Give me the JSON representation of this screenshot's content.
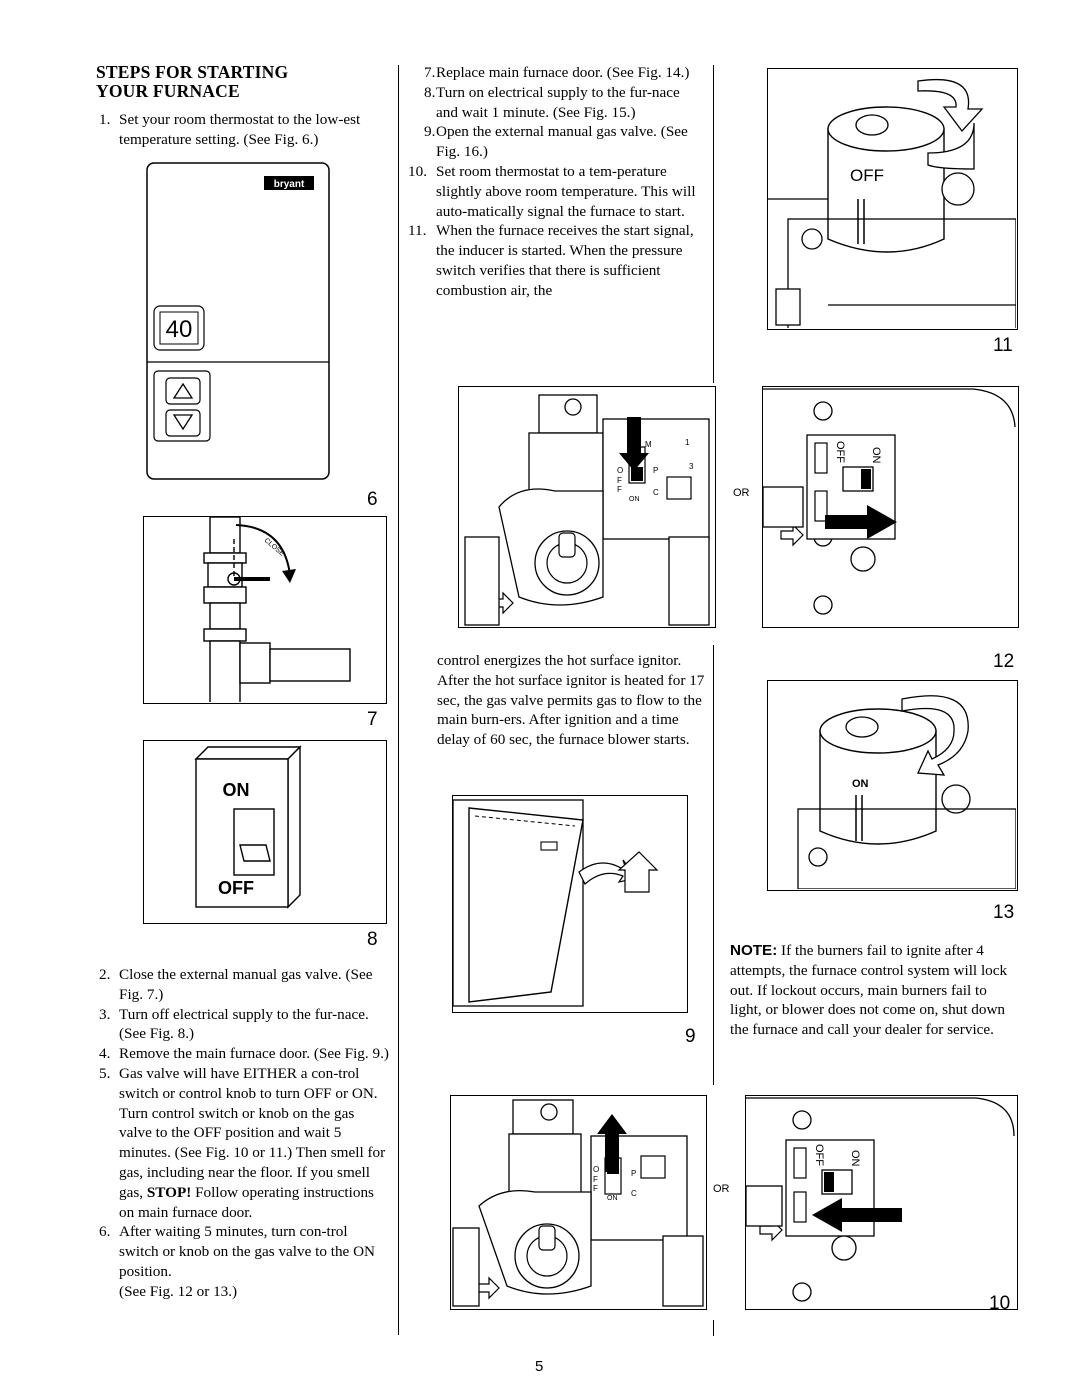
{
  "heading": {
    "line1": "STEPS FOR STARTING",
    "line2": "YOUR FURNACE"
  },
  "left_steps_top": [
    {
      "num": "1.",
      "text": "Set your room thermostat to the low-est temperature setting. (See Fig. 6.)"
    }
  ],
  "thermostat": {
    "brand": "bryant",
    "display": "40"
  },
  "switch_figure": {
    "on": "ON",
    "off": "OFF"
  },
  "valve_figure": {
    "close": "CLOSE"
  },
  "left_steps_bottom": [
    {
      "num": "2.",
      "text": "Close the external manual gas valve. (See Fig. 7.)"
    },
    {
      "num": "3.",
      "text": "Turn off electrical supply to the fur-nace. (See Fig. 8.)"
    },
    {
      "num": "4.",
      "text": "Remove the main furnace door. (See Fig. 9.)"
    },
    {
      "num": "5.",
      "text": "Gas valve will have EITHER a con-trol switch or control knob to turn OFF or ON. Turn control switch or knob on the gas valve to the OFF position and wait 5 minutes. (See Fig. 10 or 11.) Then smell for gas, including near the floor. If you smell gas, ",
      "bold": "STOP!",
      "after": " Follow operating instructions on main furnace door."
    },
    {
      "num": "6.",
      "text": "After waiting 5 minutes, turn con-trol switch or knob on the gas valve to the ON position.",
      "extra": "See Fig. 12 or 13.)"
    }
  ],
  "middle_steps": [
    {
      "num": "7.",
      "text": "Replace main furnace door. (See Fig. 14.)"
    },
    {
      "num": "8.",
      "text": "Turn on electrical supply to the fur-nace and wait 1 minute. (See Fig. 15.)"
    },
    {
      "num": "9.",
      "text": "Open the external manual gas valve. (See Fig. 16.)"
    },
    {
      "num": "10.",
      "text": "Set room thermostat to a tem-perature slightly above room temperature. This will auto-matically signal the furnace to start."
    },
    {
      "num": "11.",
      "text": "When the furnace receives the start signal, the inducer is started. When the pressure switch verifies that there is sufficient combustion air, the"
    }
  ],
  "middle_continued": "control energizes the hot surface ignitor. After the hot surface ignitor is heated for 17 sec, the gas valve permits gas to flow to the main burn-ers. After ignition and a time delay of 60 sec, the furnace blower starts.",
  "note": {
    "label": "NOTE:",
    "text": " If the burners fail to ignite after 4 attempts, the furnace control system will lock out. If lockout occurs, main burners fail to light, or blower does not come on, shut down the furnace and call your dealer for service."
  },
  "figure_numbers": {
    "fig6": "6",
    "fig7": "7",
    "fig8": "8",
    "fig9": "9",
    "fig10": "10",
    "fig11": "11",
    "fig12": "12",
    "fig13": "13"
  },
  "or_label": "OR",
  "knob_labels": {
    "off": "OFF",
    "on": "ON"
  },
  "switch_labels": {
    "off": "OFF",
    "on": "ON",
    "o": "O",
    "f": "F",
    "f2": "F",
    "m": "M",
    "p": "P",
    "c": "C",
    "one": "1",
    "three": "3"
  },
  "page_number": "5"
}
